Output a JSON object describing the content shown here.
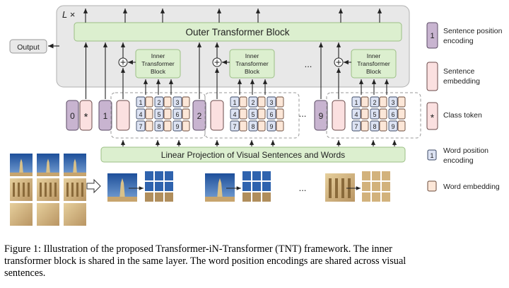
{
  "diagram": {
    "layer_repeat_label": "L ×",
    "outer_block_label": "Outer Transformer Block",
    "output_label": "Output",
    "inner_block_label": [
      "Inner",
      "Transformer",
      "Block"
    ],
    "linear_projection_label": "Linear Projection of Visual Sentences and Words",
    "class_token_index": "0",
    "class_token_symbol": "*",
    "sentence_indices": [
      "1",
      "2",
      "9"
    ],
    "word_indices": [
      "1",
      "2",
      "3",
      "4",
      "5",
      "6",
      "7",
      "8",
      "9"
    ],
    "ellipsis": "..."
  },
  "legend": {
    "sentence_position_index": "1",
    "sentence_position_label": [
      "Sentence position",
      "encoding"
    ],
    "sentence_embedding_label": [
      "Sentence",
      "embedding"
    ],
    "class_token_symbol": "*",
    "class_token_label": "Class token",
    "word_position_index": "1",
    "word_position_label": [
      "Word position",
      "encoding"
    ],
    "word_embedding_label": "Word embedding"
  },
  "caption": {
    "lines": [
      "Figure 1: Illustration of the proposed Transformer-iN-Transformer (TNT) framework. The inner",
      "transformer block is shared in the same layer. The word position encodings are shared across visual",
      "sentences."
    ]
  },
  "colors": {
    "outer_block_bg": "#e8e8e8",
    "transformer_green": "#dcefcf",
    "sentence_position_purple": "#c8b4d0",
    "sentence_embedding_pink": "#fbe0e0",
    "word_position_blue": "#dde3f3",
    "word_embedding_peach": "#fce7d8"
  },
  "icons": [
    "output-arrow-icon",
    "plus-circle-icon",
    "patchify-arrow-icon",
    "image-thumbnail-icon"
  ]
}
